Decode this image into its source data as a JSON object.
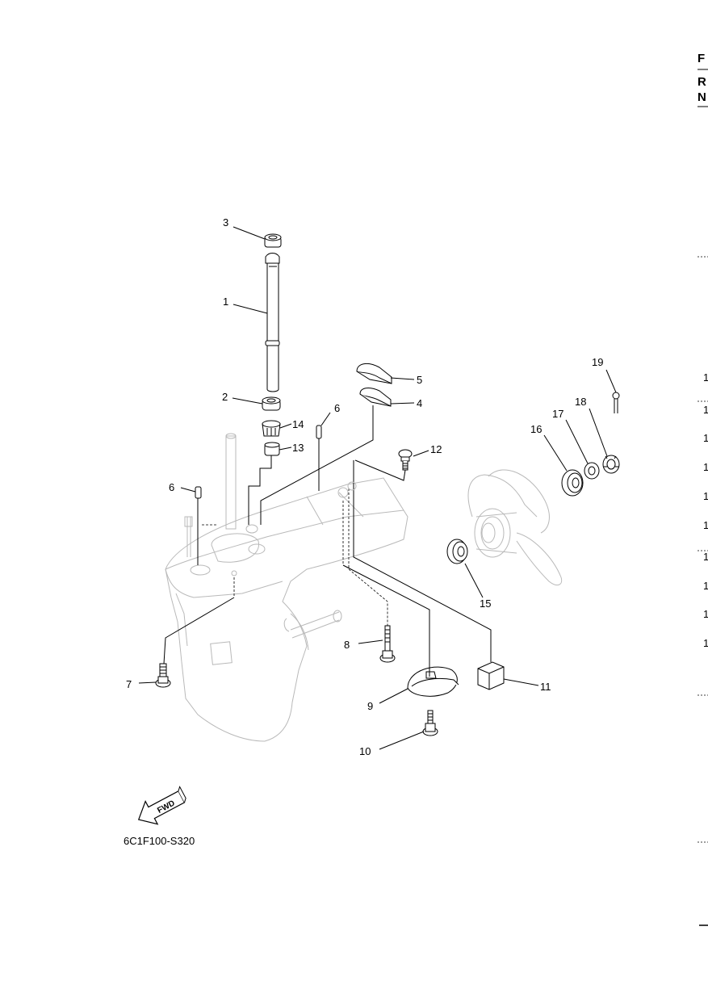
{
  "header": {
    "edge_letters": [
      "F",
      "R",
      "N"
    ]
  },
  "callouts": [
    {
      "id": "3",
      "text": "3"
    },
    {
      "id": "1",
      "text": "1"
    },
    {
      "id": "2",
      "text": "2"
    },
    {
      "id": "14",
      "text": "14"
    },
    {
      "id": "13",
      "text": "13"
    },
    {
      "id": "6a",
      "text": "6"
    },
    {
      "id": "6b",
      "text": "6"
    },
    {
      "id": "5",
      "text": "5"
    },
    {
      "id": "4",
      "text": "4"
    },
    {
      "id": "12",
      "text": "12"
    },
    {
      "id": "19",
      "text": "19"
    },
    {
      "id": "18",
      "text": "18"
    },
    {
      "id": "17",
      "text": "17"
    },
    {
      "id": "16",
      "text": "16"
    },
    {
      "id": "15",
      "text": "15"
    },
    {
      "id": "7",
      "text": "7"
    },
    {
      "id": "8",
      "text": "8"
    },
    {
      "id": "9",
      "text": "9"
    },
    {
      "id": "10",
      "text": "10"
    },
    {
      "id": "11",
      "text": "11"
    }
  ],
  "fwd_badge": "FWD",
  "diagram_code": "6C1F100-S320",
  "right_edge_numbers": [
    "1",
    "1",
    "1",
    "1",
    "1",
    "1",
    "1",
    "1",
    "1",
    "1"
  ]
}
